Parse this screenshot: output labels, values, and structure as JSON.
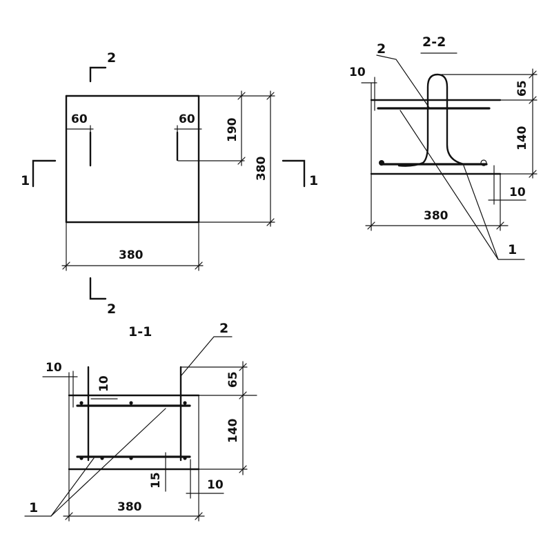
{
  "plan": {
    "section_2_top": "2",
    "section_2_bottom": "2",
    "section_1_left": "1",
    "section_1_right": "1",
    "dim_width": "380",
    "dim_height": "380",
    "dim_half": "190",
    "dim_left_offset": "60",
    "dim_right_offset": "60"
  },
  "section_2_2": {
    "title": "2-2",
    "dim_top_edge": "10",
    "dim_stem": "65",
    "dim_depth": "140",
    "dim_bottom_edge": "10",
    "dim_width": "380",
    "callout_rebar": "1",
    "callout_loop": "2"
  },
  "section_1_1": {
    "title": "1-1",
    "dim_left_edge": "10",
    "dim_inner_edge": "10",
    "dim_stem": "65",
    "dim_depth": "140",
    "dim_lap": "15",
    "dim_bottom_edge": "10",
    "dim_width": "380",
    "callout_rebar": "1",
    "callout_loop": "2"
  }
}
